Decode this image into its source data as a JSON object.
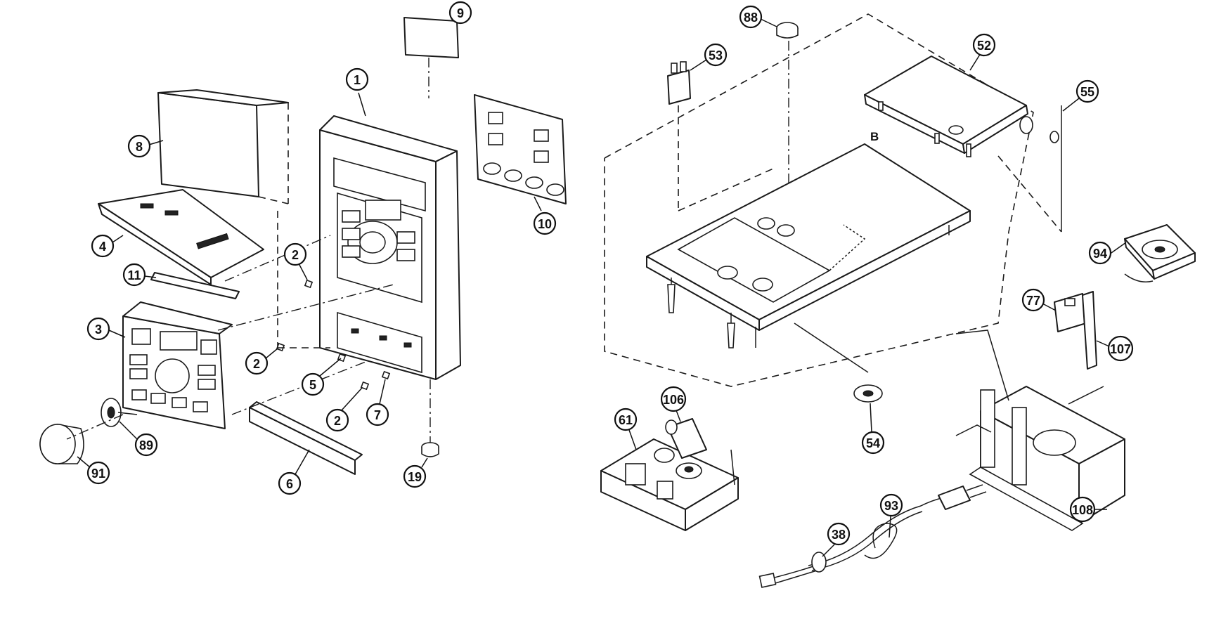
{
  "callouts": {
    "c1": "1",
    "c2a": "2",
    "c2b": "2",
    "c2c": "2",
    "c3": "3",
    "c4": "4",
    "c5": "5",
    "c6": "6",
    "c7": "7",
    "c8": "8",
    "c9": "9",
    "c10": "10",
    "c11": "11",
    "c19": "19",
    "c38": "38",
    "c52": "52",
    "c53": "53",
    "c54": "54",
    "c55": "55",
    "c61": "61",
    "c77": "77",
    "c88": "88",
    "c89": "89",
    "c91": "91",
    "c93": "93",
    "c94": "94",
    "c106": "106",
    "c107": "107",
    "c108": "108"
  },
  "labels": {
    "chassis_letter": "B"
  }
}
